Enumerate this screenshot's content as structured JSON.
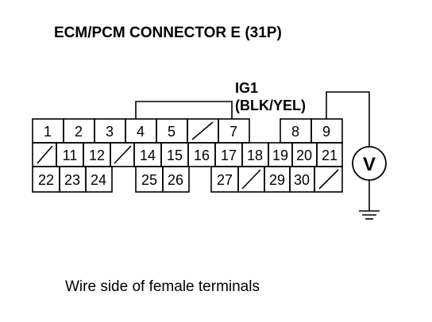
{
  "title": "ECM/PCM CONNECTOR E (31P)",
  "probe_label": {
    "line1": "IG1",
    "line2": "(BLK/YEL)"
  },
  "caption": "Wire side of female terminals",
  "meter_symbol": "V",
  "icons": [
    "voltmeter-icon",
    "ground-icon"
  ],
  "connector": {
    "row1": [
      {
        "label": "1"
      },
      {
        "label": "2"
      },
      {
        "label": "3"
      },
      {
        "label": "4"
      },
      {
        "label": "5"
      },
      {
        "label": ""
      },
      {
        "label": "7"
      },
      {
        "label": "8"
      },
      {
        "label": "9"
      }
    ],
    "row2": [
      {
        "label": ""
      },
      {
        "label": "11"
      },
      {
        "label": "12"
      },
      {
        "label": ""
      },
      {
        "label": "14"
      },
      {
        "label": "15"
      },
      {
        "label": "16"
      },
      {
        "label": "17"
      },
      {
        "label": "18"
      },
      {
        "label": "19"
      },
      {
        "label": "20"
      },
      {
        "label": "21"
      }
    ],
    "row3": [
      {
        "label": "22"
      },
      {
        "label": "23"
      },
      {
        "label": "24"
      },
      {
        "label": "25"
      },
      {
        "label": "26"
      },
      {
        "label": "27"
      },
      {
        "label": ""
      },
      {
        "label": "29"
      },
      {
        "label": "30"
      },
      {
        "label": ""
      }
    ]
  }
}
